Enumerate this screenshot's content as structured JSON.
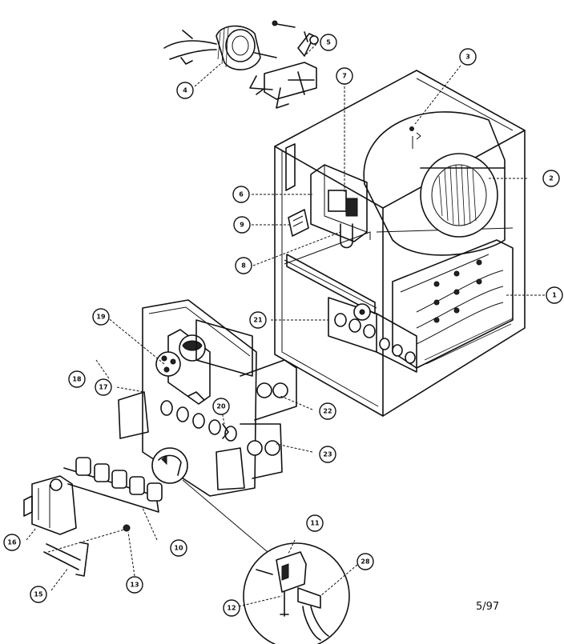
{
  "diagram": {
    "date_code": "5/97",
    "callouts": [
      {
        "id": "c1",
        "label": "1"
      },
      {
        "id": "c2",
        "label": "2"
      },
      {
        "id": "c3",
        "label": "3"
      },
      {
        "id": "c4",
        "label": "4"
      },
      {
        "id": "c5",
        "label": "5"
      },
      {
        "id": "c6",
        "label": "6"
      },
      {
        "id": "c7",
        "label": "7"
      },
      {
        "id": "c8",
        "label": "8"
      },
      {
        "id": "c9",
        "label": "9"
      },
      {
        "id": "c10",
        "label": "10"
      },
      {
        "id": "c11",
        "label": "11"
      },
      {
        "id": "c12",
        "label": "12"
      },
      {
        "id": "c13",
        "label": "13"
      },
      {
        "id": "c15",
        "label": "15"
      },
      {
        "id": "c16",
        "label": "16"
      },
      {
        "id": "c17",
        "label": "17"
      },
      {
        "id": "c18",
        "label": "18"
      },
      {
        "id": "c19",
        "label": "19"
      },
      {
        "id": "c20",
        "label": "20"
      },
      {
        "id": "c21",
        "label": "21"
      },
      {
        "id": "c22",
        "label": "22"
      },
      {
        "id": "c23",
        "label": "23"
      },
      {
        "id": "c28",
        "label": "28"
      }
    ]
  }
}
